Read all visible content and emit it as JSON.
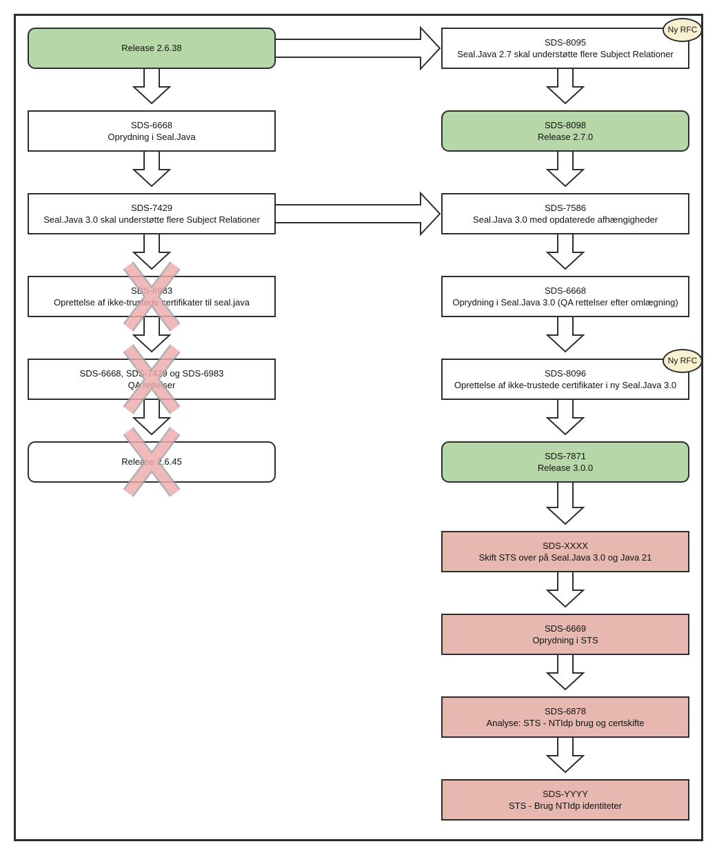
{
  "diagram": {
    "badge_label": "Ny RFC",
    "colors": {
      "green_fill": "#b6d7a8",
      "red_fill": "#e6b8af",
      "badge_fill": "#f9f0d0",
      "cross_pink": "#edacab",
      "cross_edge": "#a0a0a0",
      "border": "#2d2d2d",
      "background": "#ffffff"
    },
    "columns": [
      {
        "name": "left",
        "nodes": [
          {
            "lines": [
              "Release 2.6.38"
            ],
            "style": "green",
            "crossed": false,
            "badge": false
          },
          {
            "lines": [
              "SDS-6668",
              "Oprydning i Seal.Java"
            ],
            "style": "white",
            "crossed": false,
            "badge": false
          },
          {
            "lines": [
              "SDS-7429",
              "Seal.Java 3.0 skal understøtte flere Subject Relationer"
            ],
            "style": "white",
            "crossed": false,
            "badge": false
          },
          {
            "lines": [
              "SDS-6983",
              "Oprettelse af ikke-trustede certifikater til seal.java"
            ],
            "style": "white",
            "crossed": true,
            "badge": false
          },
          {
            "lines": [
              "SDS-6668, SDS-7429 og SDS-6983",
              "QA rettelser"
            ],
            "style": "white",
            "crossed": true,
            "badge": false
          },
          {
            "lines": [
              "Release 2.6.45"
            ],
            "style": "white-rounded",
            "crossed": true,
            "badge": false
          }
        ]
      },
      {
        "name": "right",
        "nodes": [
          {
            "lines": [
              "SDS-8095",
              "Seal.Java 2.7 skal understøtte flere Subject Relationer"
            ],
            "style": "white",
            "crossed": false,
            "badge": true
          },
          {
            "lines": [
              "SDS-8098",
              "Release 2.7.0"
            ],
            "style": "green",
            "crossed": false,
            "badge": false
          },
          {
            "lines": [
              "SDS-7586",
              "Seal.Java 3.0 med opdaterede afhængigheder"
            ],
            "style": "white",
            "crossed": false,
            "badge": false
          },
          {
            "lines": [
              "SDS-6668",
              "Oprydning i Seal.Java 3.0 (QA rettelser efter omlægning)"
            ],
            "style": "white",
            "crossed": false,
            "badge": false
          },
          {
            "lines": [
              "SDS-8096",
              "Oprettelse af ikke-trustede certifikater i ny Seal.Java 3.0"
            ],
            "style": "white",
            "crossed": false,
            "badge": true
          },
          {
            "lines": [
              "SDS-7871",
              "Release 3.0.0"
            ],
            "style": "green",
            "crossed": false,
            "badge": false
          },
          {
            "lines": [
              "SDS-XXXX",
              "Skift STS over på Seal.Java 3.0 og Java 21"
            ],
            "style": "red",
            "crossed": false,
            "badge": false
          },
          {
            "lines": [
              "SDS-6669",
              "Oprydning i STS"
            ],
            "style": "red",
            "crossed": false,
            "badge": false
          },
          {
            "lines": [
              "SDS-6878",
              "Analyse: STS - NTIdp brug og certskifte"
            ],
            "style": "red",
            "crossed": false,
            "badge": false
          },
          {
            "lines": [
              "SDS-YYYY",
              "STS - Brug NTIdp identiteter"
            ],
            "style": "red",
            "crossed": false,
            "badge": false
          }
        ]
      }
    ]
  }
}
